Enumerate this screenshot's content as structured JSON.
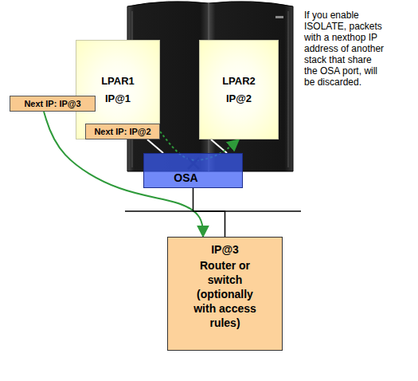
{
  "diagram": {
    "nodes": [
      {
        "text": [
          "LPAR1",
          "IP@1"
        ]
      },
      {
        "text": [
          "LPAR2",
          "IP@2"
        ]
      },
      {
        "text": [
          "Next IP: IP@3"
        ]
      },
      {
        "text": [
          "Next IP: IP@2"
        ]
      },
      {
        "text": [
          "OSA"
        ]
      },
      {
        "text": [
          "IP@3",
          "Router or switch (optionally with access rules)"
        ]
      }
    ],
    "edges": [
      {
        "from": 0,
        "to": 4,
        "arrow": "none"
      },
      {
        "from": 1,
        "to": 4,
        "arrow": "none"
      },
      {
        "from": 2,
        "to": 5,
        "arrow": "to"
      },
      {
        "from": 3,
        "to": 1,
        "arrow": "to"
      },
      {
        "from": 4,
        "to": 5,
        "arrow": "none"
      }
    ],
    "labels": [
      "If you enable ISOLATE, packets with a nexthop IP address of another stack that share the OSA port, will be discarded."
    ]
  }
}
